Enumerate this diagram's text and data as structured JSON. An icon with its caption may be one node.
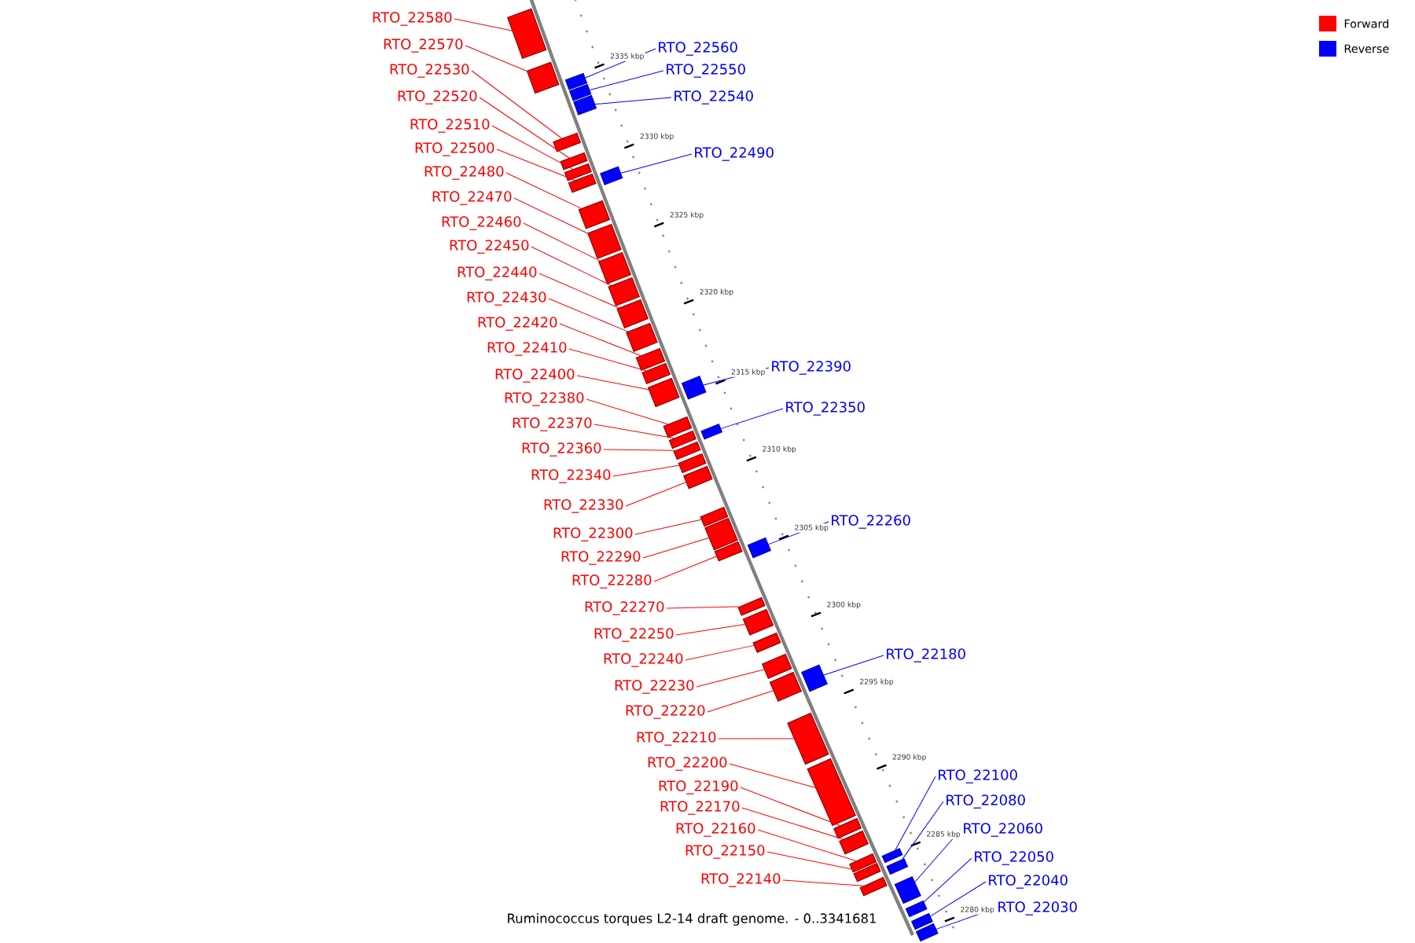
{
  "diagram": {
    "title": "Ruminococcus torques L2-14 draft genome. - 0..3341681",
    "nodes": [
      {
        "text": [
          "RTO_22580"
        ]
      },
      {
        "text": [
          "RTO_22570"
        ]
      },
      {
        "text": [
          "RTO_22560"
        ]
      },
      {
        "text": [
          "RTO_22550"
        ]
      },
      {
        "text": [
          "RTO_22530"
        ]
      },
      {
        "text": [
          "RTO_22540"
        ]
      },
      {
        "text": [
          "RTO_22520"
        ]
      },
      {
        "text": [
          "RTO_22510"
        ]
      },
      {
        "text": [
          "RTO_22500"
        ]
      },
      {
        "text": [
          "RTO_22490"
        ]
      },
      {
        "text": [
          "RTO_22480"
        ]
      },
      {
        "text": [
          "RTO_22470"
        ]
      },
      {
        "text": [
          "RTO_22460"
        ]
      },
      {
        "text": [
          "RTO_22450"
        ]
      },
      {
        "text": [
          "RTO_22440"
        ]
      },
      {
        "text": [
          "RTO_22430"
        ]
      },
      {
        "text": [
          "RTO_22420"
        ]
      },
      {
        "text": [
          "RTO_22410"
        ]
      },
      {
        "text": [
          "RTO_22390"
        ]
      },
      {
        "text": [
          "RTO_22400"
        ]
      },
      {
        "text": [
          "RTO_22380"
        ]
      },
      {
        "text": [
          "RTO_22350"
        ]
      },
      {
        "text": [
          "RTO_22370"
        ]
      },
      {
        "text": [
          "RTO_22360"
        ]
      },
      {
        "text": [
          "RTO_22340"
        ]
      },
      {
        "text": [
          "RTO_22330"
        ]
      },
      {
        "text": [
          "RTO_22260"
        ]
      },
      {
        "text": [
          "RTO_22300"
        ]
      },
      {
        "text": [
          "RTO_22290"
        ]
      },
      {
        "text": [
          "RTO_22280"
        ]
      },
      {
        "text": [
          "RTO_22270"
        ]
      },
      {
        "text": [
          "RTO_22250"
        ]
      },
      {
        "text": [
          "RTO_22180"
        ]
      },
      {
        "text": [
          "RTO_22240"
        ]
      },
      {
        "text": [
          "RTO_22230"
        ]
      },
      {
        "text": [
          "RTO_22220"
        ]
      },
      {
        "text": [
          "RTO_22210"
        ]
      },
      {
        "text": [
          "RTO_22200"
        ]
      },
      {
        "text": [
          "RTO_22100"
        ]
      },
      {
        "text": [
          "RTO_22190"
        ]
      },
      {
        "text": [
          "RTO_22080"
        ]
      },
      {
        "text": [
          "RTO_22170"
        ]
      },
      {
        "text": [
          "RTO_22160"
        ]
      },
      {
        "text": [
          "RTO_22060"
        ]
      },
      {
        "text": [
          "RTO_22150"
        ]
      },
      {
        "text": [
          "RTO_22050"
        ]
      },
      {
        "text": [
          "RTO_22140"
        ]
      },
      {
        "text": [
          "RTO_22040"
        ]
      },
      {
        "text": [
          "RTO_22030"
        ]
      },
      {
        "text": [],
        "shape": "bar"
      },
      {
        "text": [],
        "shape": "bar"
      },
      {
        "text": [],
        "shape": "bar"
      },
      {
        "text": [],
        "shape": "bar"
      },
      {
        "text": [],
        "shape": "bar"
      },
      {
        "text": [],
        "shape": "bar"
      },
      {
        "text": [],
        "shape": "bar"
      },
      {
        "text": [],
        "shape": "bar"
      },
      {
        "text": [],
        "shape": "bar"
      },
      {
        "text": [],
        "shape": "bar"
      },
      {
        "text": [],
        "shape": "bar"
      },
      {
        "text": [],
        "shape": "bar"
      },
      {
        "text": [],
        "shape": "bar"
      },
      {
        "text": [],
        "shape": "bar"
      },
      {
        "text": [],
        "shape": "bar"
      },
      {
        "text": [],
        "shape": "bar"
      },
      {
        "text": [],
        "shape": "bar"
      },
      {
        "text": [],
        "shape": "bar"
      },
      {
        "text": [],
        "shape": "bar"
      },
      {
        "text": [],
        "shape": "bar"
      },
      {
        "text": [],
        "shape": "bar"
      },
      {
        "text": [],
        "shape": "bar"
      },
      {
        "text": [],
        "shape": "bar"
      },
      {
        "text": [],
        "shape": "bar"
      },
      {
        "text": [],
        "shape": "bar"
      },
      {
        "text": [],
        "shape": "bar"
      },
      {
        "text": [],
        "shape": "bar"
      },
      {
        "text": [],
        "shape": "bar"
      },
      {
        "text": [],
        "shape": "bar"
      },
      {
        "text": [],
        "shape": "bar"
      },
      {
        "text": [],
        "shape": "bar"
      },
      {
        "text": [],
        "shape": "bar"
      },
      {
        "text": [],
        "shape": "bar"
      },
      {
        "text": [],
        "shape": "bar"
      },
      {
        "text": [],
        "shape": "bar"
      },
      {
        "text": [],
        "shape": "bar"
      },
      {
        "text": [],
        "shape": "bar"
      },
      {
        "text": [],
        "shape": "bar"
      },
      {
        "text": [],
        "shape": "bar"
      },
      {
        "text": [],
        "shape": "bar"
      },
      {
        "text": [],
        "shape": "bar"
      },
      {
        "text": [],
        "shape": "bar"
      },
      {
        "text": [],
        "shape": "bar"
      },
      {
        "text": [],
        "shape": "bar"
      },
      {
        "text": [],
        "shape": "bar"
      },
      {
        "text": [],
        "shape": "bar"
      },
      {
        "text": [],
        "shape": "bar"
      },
      {
        "text": [],
        "shape": "bar"
      },
      {
        "text": [],
        "shape": "bar"
      }
    ],
    "edges": [
      {
        "from": 0,
        "to": 49,
        "arrow": "none"
      },
      {
        "from": 1,
        "to": 50,
        "arrow": "none"
      },
      {
        "from": 2,
        "to": 51,
        "arrow": "none",
        "color": "#0000ff"
      },
      {
        "from": 3,
        "to": 52,
        "arrow": "none",
        "color": "#0000ff"
      },
      {
        "from": 4,
        "to": 53,
        "arrow": "none"
      },
      {
        "from": 5,
        "to": 54,
        "arrow": "none",
        "color": "#0000ff"
      },
      {
        "from": 6,
        "to": 55,
        "arrow": "none"
      },
      {
        "from": 7,
        "to": 56,
        "arrow": "none"
      },
      {
        "from": 8,
        "to": 57,
        "arrow": "none"
      },
      {
        "from": 9,
        "to": 58,
        "arrow": "none",
        "color": "#0000ff"
      },
      {
        "from": 10,
        "to": 59,
        "arrow": "none"
      },
      {
        "from": 11,
        "to": 60,
        "arrow": "none"
      },
      {
        "from": 12,
        "to": 61,
        "arrow": "none"
      },
      {
        "from": 13,
        "to": 62,
        "arrow": "none"
      },
      {
        "from": 14,
        "to": 63,
        "arrow": "none"
      },
      {
        "from": 15,
        "to": 64,
        "arrow": "none"
      },
      {
        "from": 16,
        "to": 65,
        "arrow": "none"
      },
      {
        "from": 17,
        "to": 66,
        "arrow": "none"
      },
      {
        "from": 18,
        "to": 67,
        "arrow": "none",
        "color": "#0000ff"
      },
      {
        "from": 19,
        "to": 68,
        "arrow": "none"
      },
      {
        "from": 20,
        "to": 69,
        "arrow": "none"
      },
      {
        "from": 21,
        "to": 70,
        "arrow": "none",
        "color": "#0000ff"
      },
      {
        "from": 22,
        "to": 71,
        "arrow": "none"
      },
      {
        "from": 23,
        "to": 72,
        "arrow": "none"
      },
      {
        "from": 24,
        "to": 73,
        "arrow": "none"
      },
      {
        "from": 25,
        "to": 74,
        "arrow": "none"
      },
      {
        "from": 26,
        "to": 75,
        "arrow": "none",
        "color": "#0000ff"
      },
      {
        "from": 27,
        "to": 76,
        "arrow": "none"
      },
      {
        "from": 28,
        "to": 77,
        "arrow": "none"
      },
      {
        "from": 29,
        "to": 78,
        "arrow": "none"
      },
      {
        "from": 30,
        "to": 79,
        "arrow": "none"
      },
      {
        "from": 31,
        "to": 80,
        "arrow": "none"
      },
      {
        "from": 32,
        "to": 81,
        "arrow": "none",
        "color": "#0000ff"
      },
      {
        "from": 33,
        "to": 82,
        "arrow": "none"
      },
      {
        "from": 34,
        "to": 83,
        "arrow": "none"
      },
      {
        "from": 35,
        "to": 84,
        "arrow": "none"
      },
      {
        "from": 36,
        "to": 85,
        "arrow": "none"
      },
      {
        "from": 37,
        "to": 86,
        "arrow": "none"
      },
      {
        "from": 38,
        "to": 87,
        "arrow": "none",
        "color": "#0000ff"
      },
      {
        "from": 39,
        "to": 88,
        "arrow": "none"
      },
      {
        "from": 40,
        "to": 89,
        "arrow": "none",
        "color": "#0000ff"
      },
      {
        "from": 41,
        "to": 90,
        "arrow": "none"
      },
      {
        "from": 42,
        "to": 91,
        "arrow": "none"
      },
      {
        "from": 43,
        "to": 92,
        "arrow": "none",
        "color": "#0000ff"
      },
      {
        "from": 44,
        "to": 93,
        "arrow": "none"
      },
      {
        "from": 45,
        "to": 94,
        "arrow": "none",
        "color": "#0000ff"
      },
      {
        "from": 46,
        "to": 95,
        "arrow": "none"
      },
      {
        "from": 47,
        "to": 96,
        "arrow": "none",
        "color": "#0000ff"
      },
      {
        "from": 48,
        "to": 97,
        "arrow": "none",
        "color": "#0000ff"
      }
    ],
    "labels": [
      "2335 kbp",
      "2330 kbp",
      "2325 kbp",
      "2320 kbp",
      "2315 kbp",
      "2310 kbp",
      "2305 kbp",
      "2300 kbp",
      "2295 kbp",
      "2290 kbp",
      "2285 kbp",
      "2280 kbp"
    ],
    "legend": [
      {
        "text": "Forward",
        "color": "#ff0000"
      },
      {
        "text": "Reverse",
        "color": "#0000ff"
      }
    ]
  }
}
